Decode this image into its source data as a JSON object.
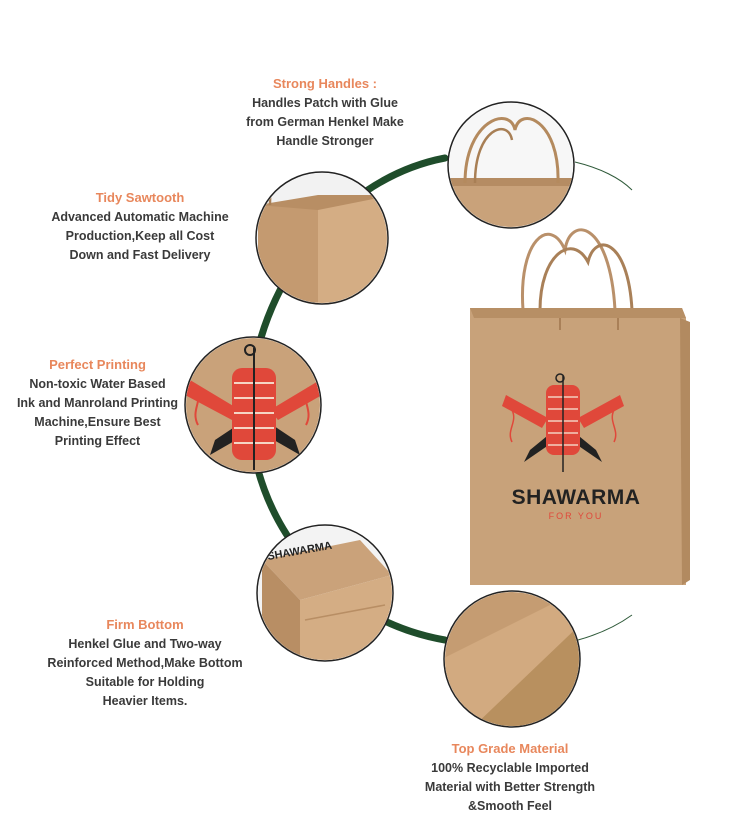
{
  "features": {
    "handles": {
      "title": "Strong Handles :",
      "lines": [
        "Handles Patch with Glue",
        "from German Henkel Make",
        "Handle Stronger"
      ]
    },
    "sawtooth": {
      "title": "Tidy Sawtooth",
      "lines": [
        "Advanced Automatic Machine",
        "Production,Keep all Cost",
        "Down and Fast Delivery"
      ]
    },
    "printing": {
      "title": "Perfect Printing",
      "lines": [
        "Non-toxic Water Based",
        "Ink and Manroland Printing",
        "Machine,Ensure Best",
        "Printing Effect"
      ]
    },
    "bottom": {
      "title": "Firm Bottom",
      "lines": [
        "Henkel Glue and Two-way",
        "Reinforced Method,Make Bottom",
        "Suitable for Holding",
        "Heavier Items."
      ]
    },
    "material": {
      "title": "Top Grade Material",
      "lines": [
        "100% Recyclable Imported",
        "Material with Better Strength",
        "&Smooth Feel"
      ]
    }
  },
  "bag": {
    "brand": "SHAWARMA",
    "tagline": "FOR YOU"
  },
  "colors": {
    "accent_title": "#e8875c",
    "arc_green": "#1f4d2b",
    "kraft": "#c9a27a",
    "logo_red": "#e0483a"
  }
}
